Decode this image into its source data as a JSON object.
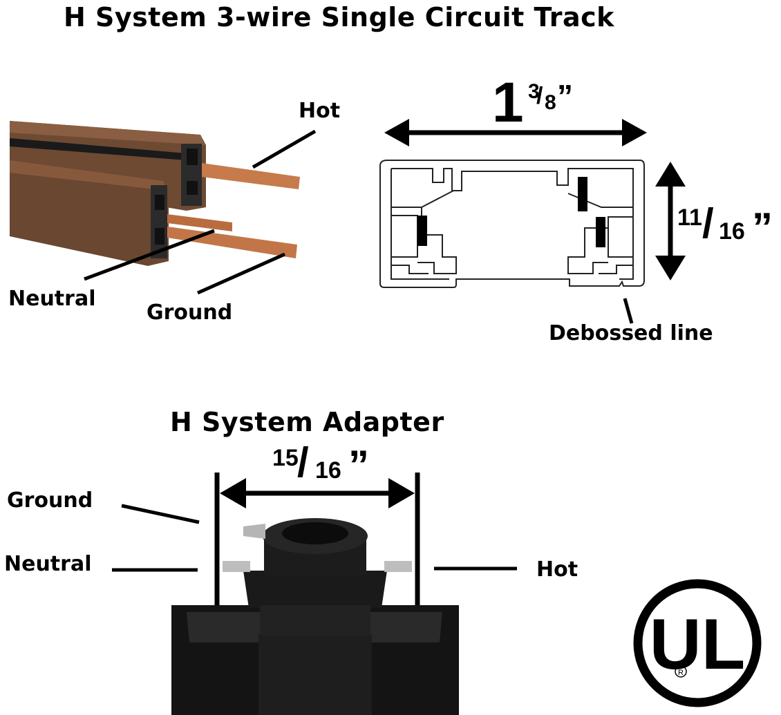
{
  "track": {
    "title": "H System 3-wire Single Circuit Track",
    "labels": {
      "hot": "Hot",
      "neutral": "Neutral",
      "ground": "Ground",
      "debossed": "Debossed line"
    },
    "width_dim": {
      "whole": "1",
      "num": "3",
      "den": "8",
      "mark": "”"
    },
    "height_dim": {
      "num": "11",
      "den": "16",
      "mark": "”"
    }
  },
  "adapter": {
    "title": "H System Adapter",
    "labels": {
      "ground": "Ground",
      "neutral": "Neutral",
      "hot": "Hot"
    },
    "width_dim": {
      "num": "15",
      "den": "16",
      "mark": "”"
    }
  },
  "logo": {
    "name": "UL-listed-logo",
    "letters": "UL",
    "registered": "R"
  },
  "colors": {
    "copper": "#c77a4a",
    "track_bronze": "#6e4a33",
    "black": "#000000"
  }
}
